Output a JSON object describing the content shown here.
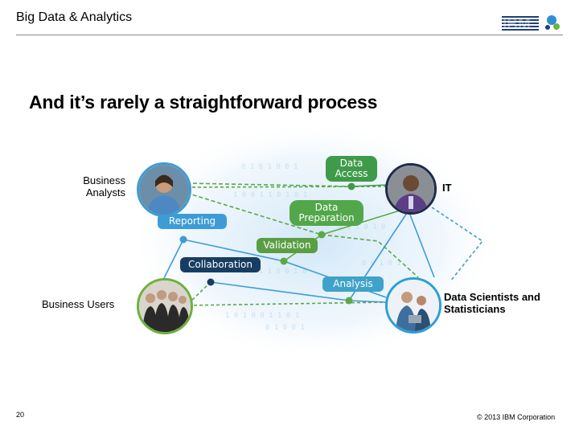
{
  "header": {
    "title": "Big Data & Analytics",
    "logo_text": "IBM"
  },
  "slide": {
    "title": "And it’s rarely a straightforward process"
  },
  "roles": {
    "business_analysts": "Business Analysts",
    "it": "IT",
    "business_users": "Business Users",
    "data_scientists": "Data Scientists and Statisticians"
  },
  "steps": {
    "data_access": "Data Access",
    "data_preparation": "Data Preparation",
    "reporting": "Reporting",
    "validation": "Validation",
    "collaboration": "Collaboration",
    "analysis": "Analysis"
  },
  "footer": {
    "page_number": "20",
    "copyright": "© 2013 IBM Corporation"
  },
  "colors": {
    "green": "#5da843",
    "blue": "#3d9cd6",
    "navy": "#183d63",
    "dark_green": "#3f9b4a"
  }
}
